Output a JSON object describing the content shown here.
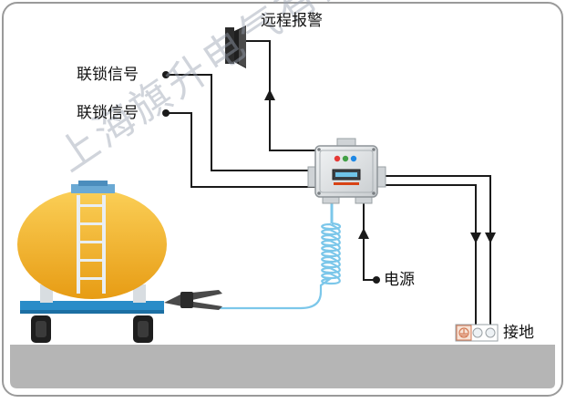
{
  "labels": {
    "remote_alarm": "远程报警",
    "interlock_signal_1": "联锁信号",
    "interlock_signal_2": "联锁信号",
    "power_supply": "电源",
    "grounding": "接地"
  },
  "watermark": "上海旗升电气有限公司",
  "colors": {
    "ground": "#b5b5b5",
    "wire": "#1a1a1a",
    "tank_body": "#f6b32a",
    "tank_band": "#6aa9d4",
    "ladder": "#e9eef2",
    "chassis": "#2a8cc8",
    "coil_cable": "#7cc7ea",
    "controller": "#e3e6e8"
  }
}
